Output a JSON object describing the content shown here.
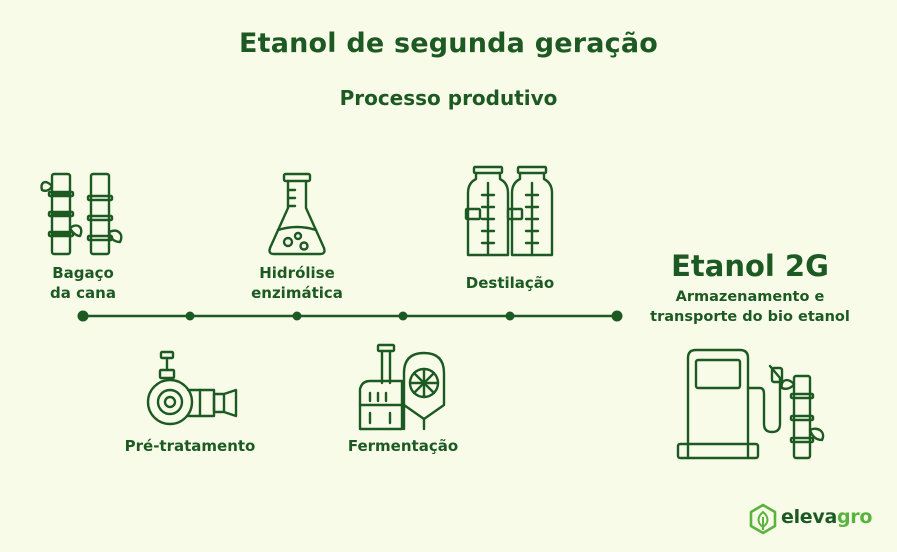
{
  "header": {
    "title": "Etanol de segunda geração",
    "subtitle": "Processo produtivo"
  },
  "steps": [
    {
      "label_line1": "Bagaço",
      "label_line2": "da cana",
      "icon": "sugarcane-icon"
    },
    {
      "label_line1": "Pré-tratamento",
      "icon": "pipe-valve-icon"
    },
    {
      "label_line1": "Hidrólise",
      "label_line2": "enzimática",
      "icon": "flask-icon"
    },
    {
      "label_line1": "Fermentação",
      "icon": "factory-tank-icon"
    },
    {
      "label_line1": "Destilação",
      "icon": "distillation-columns-icon"
    }
  ],
  "result": {
    "title": "Etanol 2G",
    "desc_line1": "Armazenamento e",
    "desc_line2": "transporte do bio etanol",
    "icon": "fuel-pump-icon"
  },
  "brand": {
    "name_part1": "eleva",
    "name_part2": "gro",
    "icon": "leaf-hexagon-icon",
    "color_dark": "#1d5a23",
    "color_light": "#5ab33e",
    "background": "#f7fbe8"
  }
}
